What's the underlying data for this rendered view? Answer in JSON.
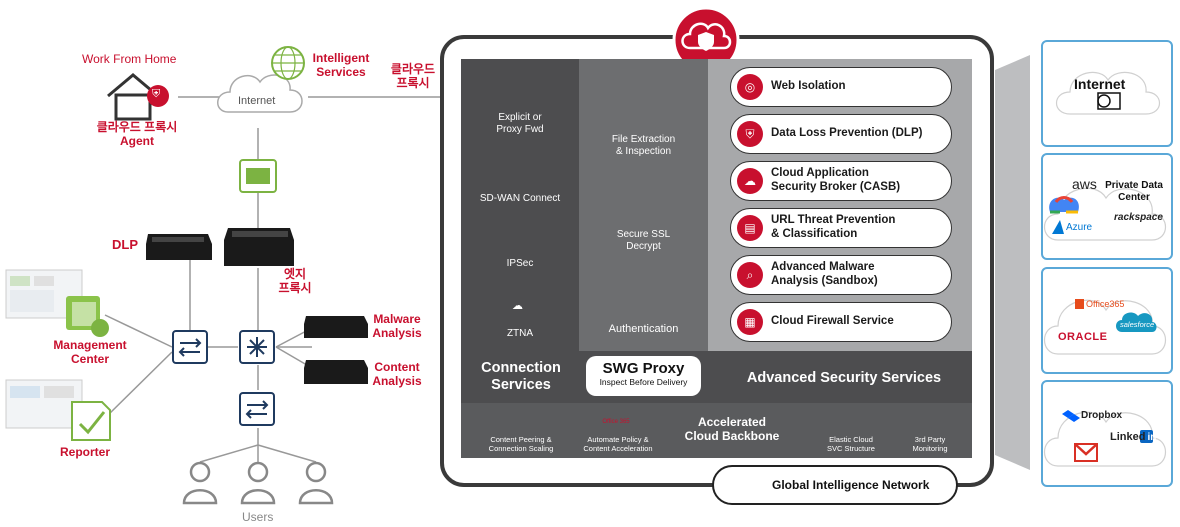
{
  "left": {
    "work_from_home": "Work From Home",
    "cloud_proxy_agent_1": "클라우드 프록시",
    "cloud_proxy_agent_2": "Agent",
    "internet": "Internet",
    "intelligent_services_1": "Intelligent",
    "intelligent_services_2": "Services",
    "cloud_proxy_1": "클라우드",
    "cloud_proxy_2": "프록시",
    "dlp": "DLP",
    "edge_proxy_1": "엣지",
    "edge_proxy_2": "프록시",
    "management_center_1": "Management",
    "management_center_2": "Center",
    "reporter": "Reporter",
    "malware_analysis_1": "Malware",
    "malware_analysis_2": "Analysis",
    "content_analysis_1": "Content",
    "content_analysis_2": "Analysis",
    "users": "Users"
  },
  "connection": {
    "explicit_1": "Explicit or",
    "explicit_2": "Proxy Fwd",
    "sdwan": "SD-WAN Connect",
    "ipsec": "IPSec",
    "ztna": "ZTNA"
  },
  "middle": {
    "file_1": "File Extraction",
    "file_2": "& Inspection",
    "ssl_1": "Secure SSL",
    "ssl_2": "Decrypt",
    "auth": "Authentication"
  },
  "advanced": [
    {
      "line1": "Web Isolation",
      "line2": ""
    },
    {
      "line1": "Data Loss Prevention (DLP)",
      "line2": ""
    },
    {
      "line1": "Cloud Application",
      "line2": "Security Broker (CASB)"
    },
    {
      "line1": "URL Threat Prevention",
      "line2": "& Classification"
    },
    {
      "line1": "Advanced Malware",
      "line2": "Analysis (Sandbox)"
    },
    {
      "line1": "Cloud Firewall Service",
      "line2": ""
    }
  ],
  "band": {
    "connection_1": "Connection",
    "connection_2": "Services",
    "swg_title": "SWG Proxy",
    "swg_sub": "Inspect Before Delivery",
    "advanced_security": "Advanced Security Services"
  },
  "bottom": {
    "peering_1": "Content Peering &",
    "peering_2": "Connection Scaling",
    "office365_icon": "Office 365",
    "policy_1": "Automate Policy &",
    "policy_2": "Content Acceleration",
    "backbone_1": "Accelerated",
    "backbone_2": "Cloud Backbone",
    "elastic_1": "Elastic Cloud",
    "elastic_2": "SVC Structure",
    "third_1": "3rd Party",
    "third_2": "Monitoring",
    "gin": "Global Intelligence Network"
  },
  "right": {
    "internet": "Internet",
    "aws": "aws",
    "private_1": "Private Data",
    "private_2": "Center",
    "azure": "Azure",
    "rackspace": "rackspace",
    "office365": "Office365",
    "oracle": "ORACLE",
    "salesforce": "salesforce",
    "dropbox": "Dropbox",
    "linkedin": "Linked",
    "linkedin_in": "in"
  }
}
